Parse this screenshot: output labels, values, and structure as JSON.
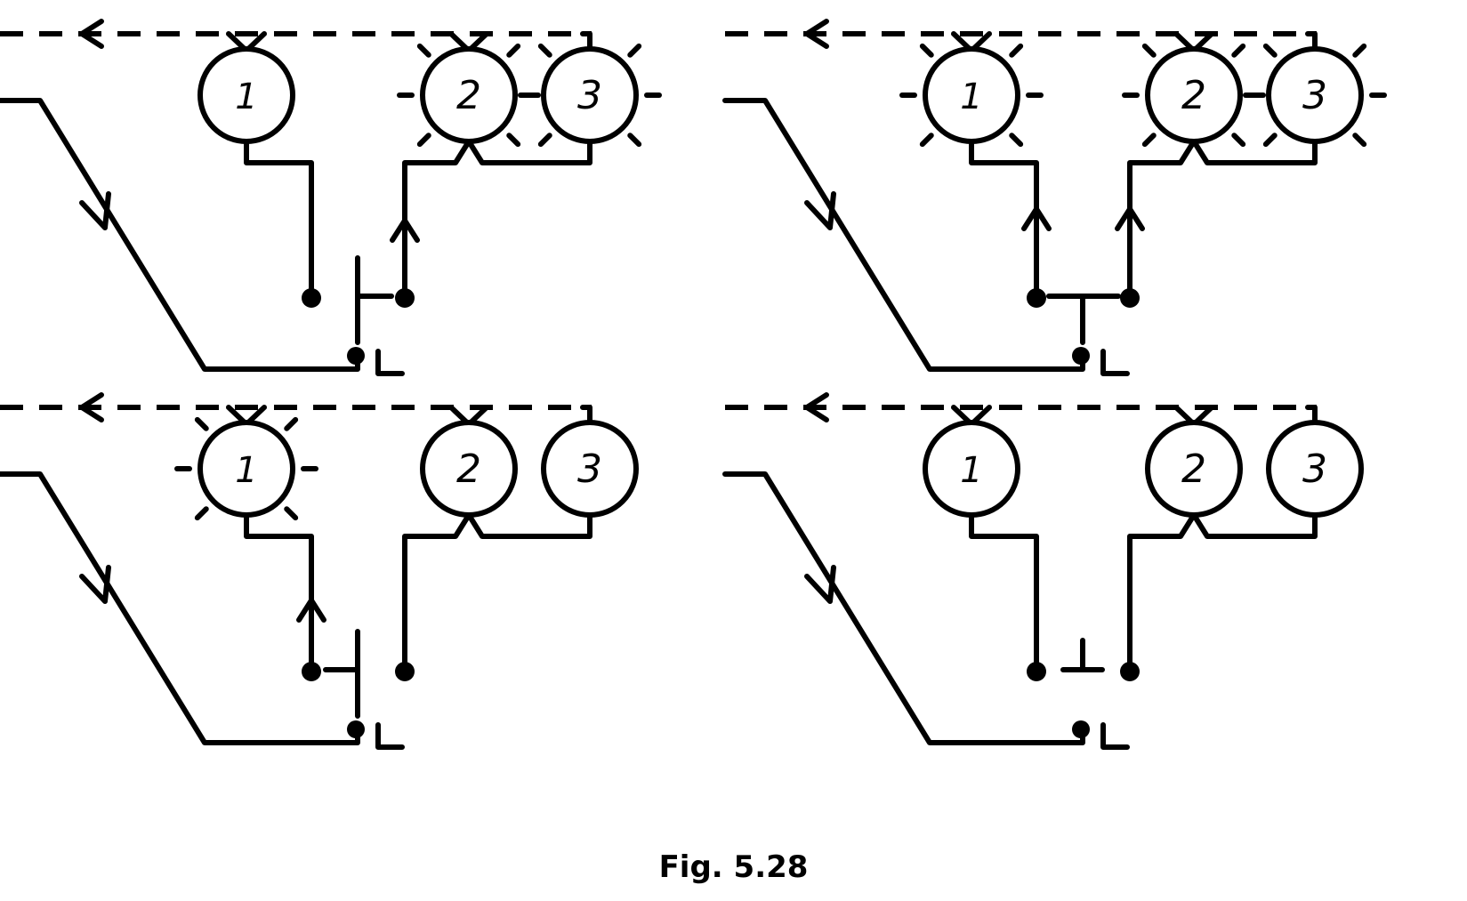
{
  "caption": "Fig. 5.28",
  "terminal_label": "L",
  "lamp_labels": [
    "1",
    "2",
    "3"
  ],
  "panels": [
    {
      "id": "top-left",
      "switch": "contact-2",
      "lit": [
        "2",
        "3"
      ]
    },
    {
      "id": "top-right",
      "switch": "both",
      "lit": [
        "1",
        "2",
        "3"
      ]
    },
    {
      "id": "bottom-left",
      "switch": "contact-1",
      "lit": [
        "1"
      ]
    },
    {
      "id": "bottom-right",
      "switch": "off",
      "lit": []
    }
  ]
}
